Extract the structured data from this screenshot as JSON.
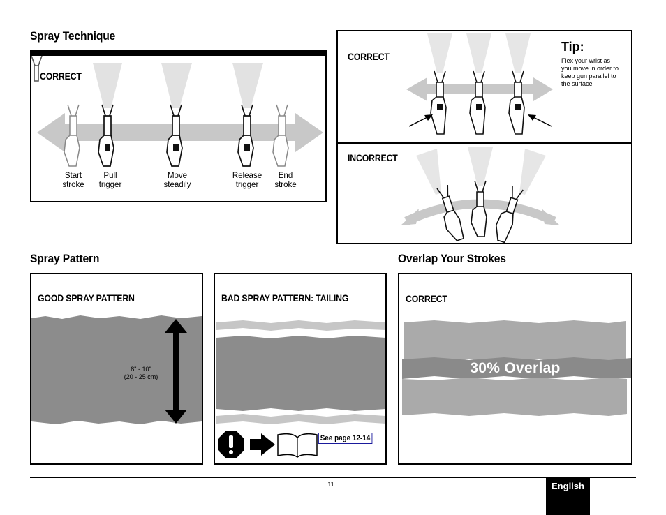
{
  "technique": {
    "title": "Spray Technique",
    "correct_label": "CORRECT",
    "steps": [
      {
        "line1": "Start",
        "line2": "stroke"
      },
      {
        "line1": "Pull",
        "line2": "trigger"
      },
      {
        "line1": "Move",
        "line2": "steadily"
      },
      {
        "line1": "Release",
        "line2": "trigger"
      },
      {
        "line1": "End",
        "line2": "stroke"
      }
    ]
  },
  "wrist": {
    "correct_label": "CORRECT",
    "incorrect_label": "INCORRECT",
    "tip_title": "Tip:",
    "tip_lines": [
      "Flex your wrist as",
      "you move in order to",
      "keep gun parallel to",
      "the surface"
    ]
  },
  "pattern": {
    "title": "Spray Pattern",
    "good_label": "GOOD SPRAY PATTERN",
    "dimension_line1": "8\" - 10\"",
    "dimension_line2": "(20 - 25 cm)",
    "bad_label": "BAD SPRAY PATTERN: TAILING",
    "see_page": "See page 12-14"
  },
  "overlap": {
    "title": "Overlap Your Strokes",
    "correct_label": "CORRECT",
    "overlap_text": "30% Overlap"
  },
  "footer": {
    "page_number": "11",
    "language": "English"
  },
  "colors": {
    "arrow_gray": "#c8c8c8",
    "paint_gray": "#8c8c8c",
    "overlap_light": "#aaaaaa",
    "overlap_dark": "#8a8a8a",
    "link_blue": "#1a1a9c"
  }
}
